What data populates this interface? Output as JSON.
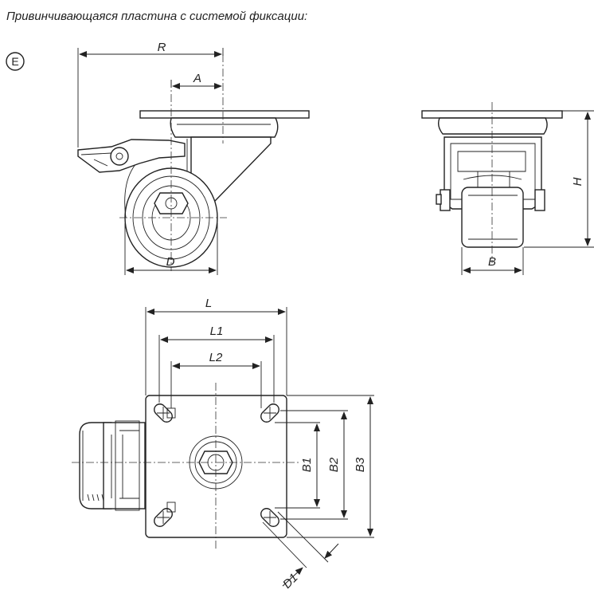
{
  "caption": "Привинчивающаяся пластина с системой фиксации:",
  "variant_label": "E",
  "dimensions": {
    "R": "R",
    "A": "A",
    "D": "D",
    "H": "H",
    "B": "B",
    "L": "L",
    "L1": "L1",
    "L2": "L2",
    "B1": "B1",
    "B2": "B2",
    "B3": "B3",
    "D1": "D1"
  }
}
